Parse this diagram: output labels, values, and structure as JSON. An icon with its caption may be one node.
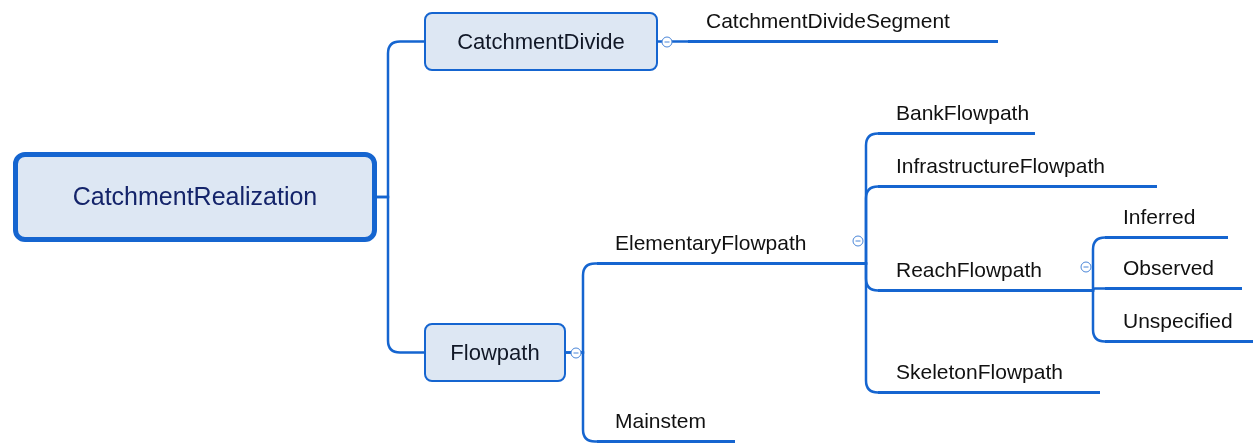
{
  "diagram": {
    "nodes": [
      {
        "text": [
          "CatchmentRealization"
        ]
      },
      {
        "text": [
          "CatchmentDivide"
        ]
      },
      {
        "text": [
          "CatchmentDivideSegment"
        ]
      },
      {
        "text": [
          "Flowpath"
        ]
      },
      {
        "text": [
          "ElementaryFlowpath"
        ]
      },
      {
        "text": [
          "BankFlowpath"
        ]
      },
      {
        "text": [
          "InfrastructureFlowpath"
        ]
      },
      {
        "text": [
          "ReachFlowpath"
        ]
      },
      {
        "text": [
          "Inferred"
        ]
      },
      {
        "text": [
          "Observed"
        ]
      },
      {
        "text": [
          "Unspecified"
        ]
      },
      {
        "text": [
          "SkeletonFlowpath"
        ]
      },
      {
        "text": [
          "Mainstem"
        ]
      }
    ],
    "edges": [
      {
        "from": 0,
        "to": 1,
        "arrow": "none"
      },
      {
        "from": 0,
        "to": 3,
        "arrow": "none"
      },
      {
        "from": 1,
        "to": 2,
        "arrow": "none"
      },
      {
        "from": 3,
        "to": 4,
        "arrow": "none"
      },
      {
        "from": 3,
        "to": 12,
        "arrow": "none"
      },
      {
        "from": 4,
        "to": 5,
        "arrow": "none"
      },
      {
        "from": 4,
        "to": 6,
        "arrow": "none"
      },
      {
        "from": 4,
        "to": 7,
        "arrow": "none"
      },
      {
        "from": 4,
        "to": 11,
        "arrow": "none"
      },
      {
        "from": 7,
        "to": 8,
        "arrow": "none"
      },
      {
        "from": 7,
        "to": 9,
        "arrow": "none"
      },
      {
        "from": 7,
        "to": 10,
        "arrow": "none"
      }
    ]
  }
}
